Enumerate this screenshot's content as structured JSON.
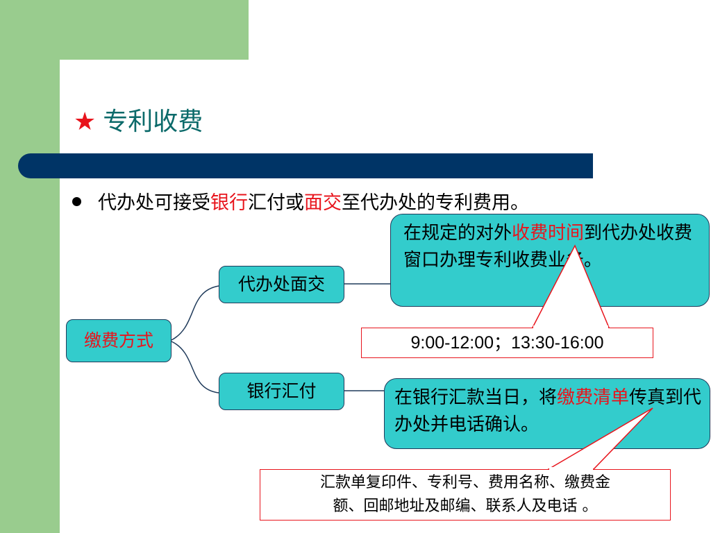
{
  "slide": {
    "title_star": "★",
    "title": "专利收费",
    "bullet": {
      "p1": "代办处可接受",
      "p2": "银行",
      "p3": "汇付或",
      "p4": "面交",
      "p5": "至代办处的专利费用。"
    }
  },
  "diagram": {
    "root": "缴费方式",
    "branch_a": "代办处面交",
    "branch_b": "银行汇付",
    "note_a": {
      "p1": "在规定的对外",
      "p2": "收费时间",
      "p3": "到代办处收费窗口办理专利收费业务。"
    },
    "note_b": {
      "p1": "在银行汇款当日，将",
      "p2": "缴费清单",
      "p3": "传真到代办处并电话确认。"
    },
    "callout_a": "9:00-12:00；13:30-16:00",
    "callout_b_line1": "汇款单复印件、专利号、费用名称、缴费金",
    "callout_b_line2": "额、回邮地址及邮编、联系人及电话 。"
  },
  "colors": {
    "accent_red": "#e8141c",
    "node_fill": "#33cccc",
    "bar_navy": "#003466",
    "side_green": "#99cc8e",
    "title_teal": "#0b6a6a"
  }
}
